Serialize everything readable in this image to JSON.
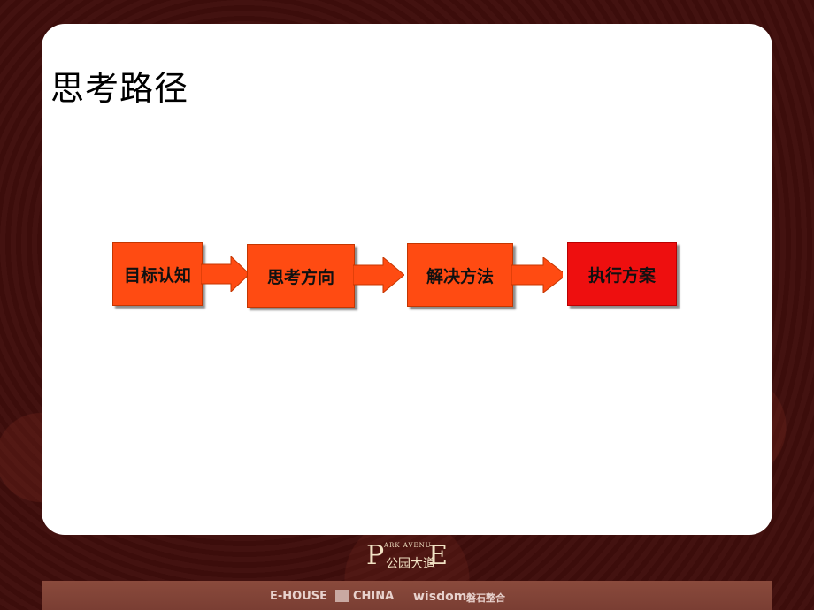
{
  "slide": {
    "title": "思考路径",
    "steps": [
      {
        "label": "目标认知",
        "color": "#ff4b12"
      },
      {
        "label": "思考方向",
        "color": "#ff4b12"
      },
      {
        "label": "解决方法",
        "color": "#ff4b12"
      },
      {
        "label": "执行方案",
        "color": "#ee0f0f"
      }
    ]
  },
  "footer": {
    "logo_letter_left": "P",
    "logo_letter_right": "E",
    "logo_subtitle": "ARK AVENU",
    "logo_glyphs": "公园大道",
    "brand_ehouse_left": "E-HOUSE",
    "brand_ehouse_right": "CHINA",
    "brand_wisdom": "wisdom",
    "brand_wisdom_cn": "磐石整合"
  },
  "colors": {
    "background": "#3a0c0a",
    "step_orange": "#ff4b12",
    "step_red": "#ee0f0f",
    "bottom_bar": "#8a4a3c"
  }
}
